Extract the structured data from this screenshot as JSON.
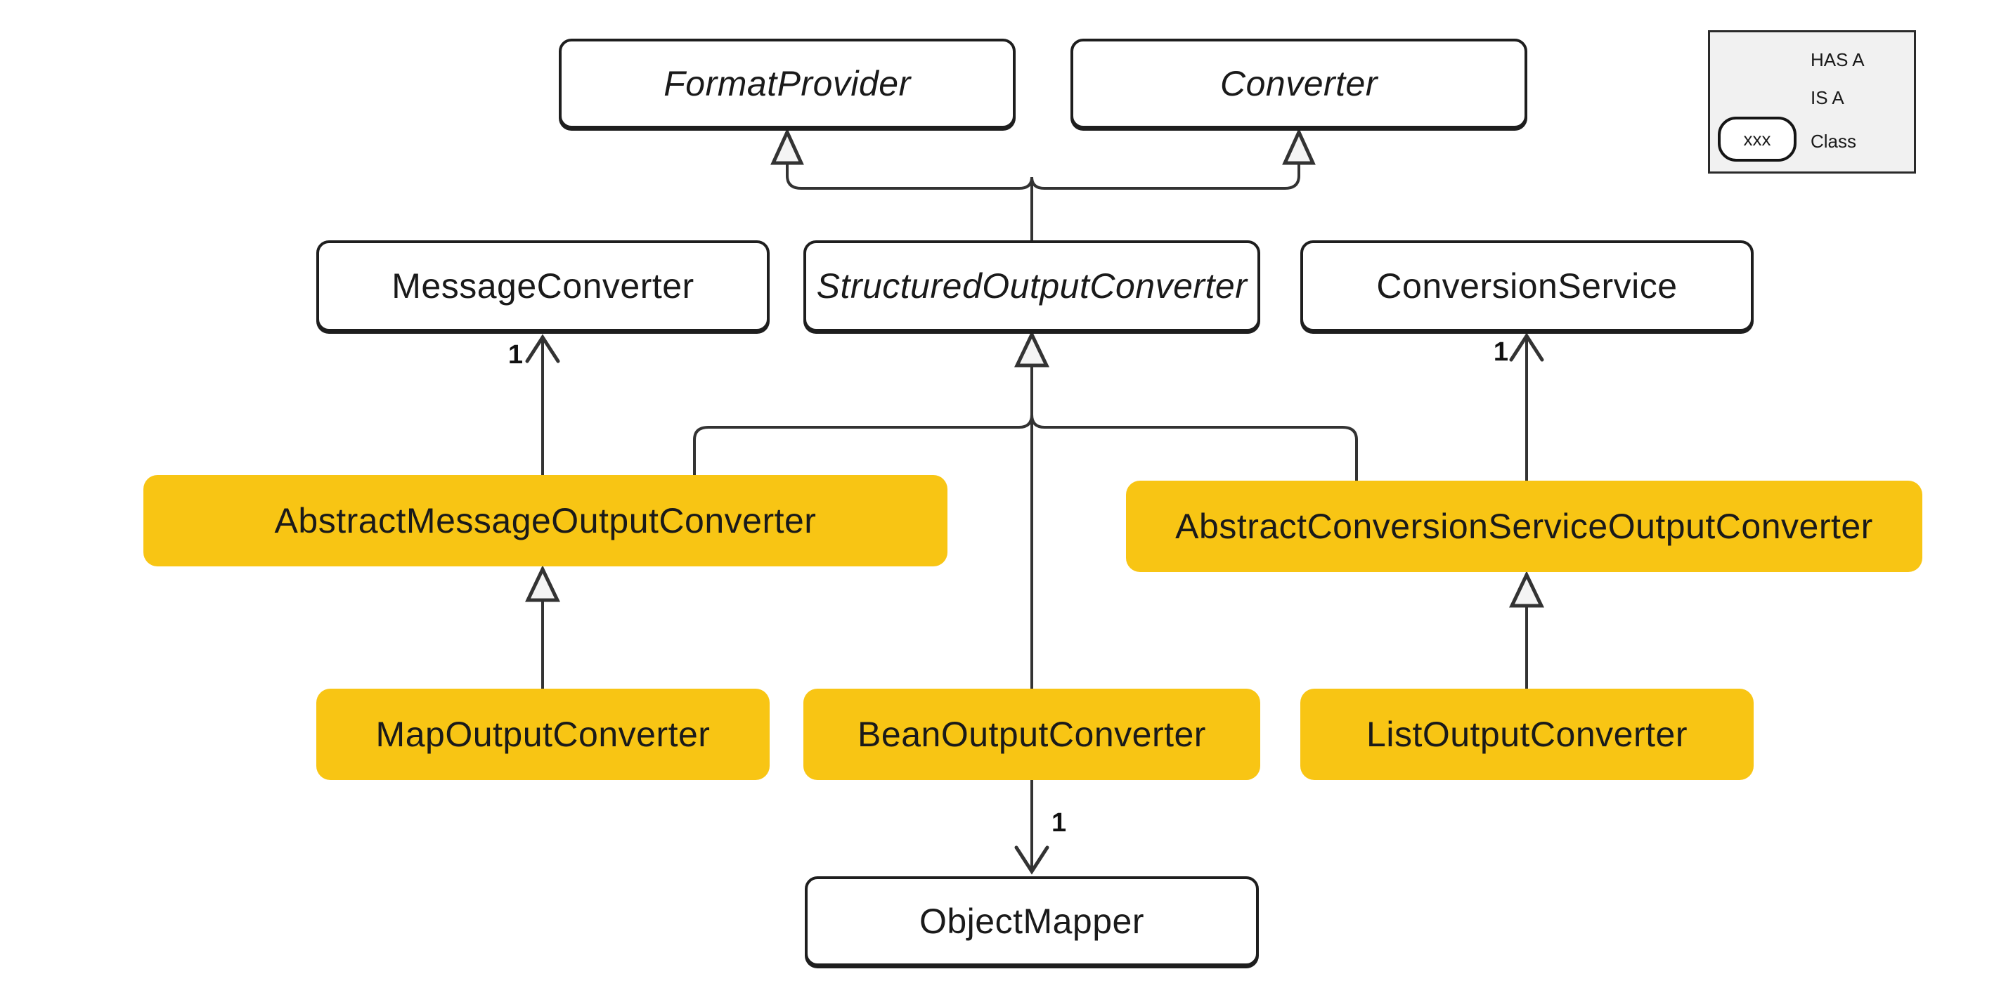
{
  "diagram": {
    "type": "class-hierarchy",
    "nodes": {
      "format_provider": {
        "label": "FormatProvider",
        "kind": "interface"
      },
      "converter": {
        "label": "Converter",
        "kind": "interface"
      },
      "message_converter": {
        "label": "MessageConverter",
        "kind": "class"
      },
      "structured_output_converter": {
        "label": "StructuredOutputConverter",
        "kind": "interface"
      },
      "conversion_service": {
        "label": "ConversionService",
        "kind": "class"
      },
      "abstract_message_output_converter": {
        "label": "AbstractMessageOutputConverter",
        "kind": "highlighted-class"
      },
      "abstract_conversion_service_output_converter": {
        "label": "AbstractConversionServiceOutputConverter",
        "kind": "highlighted-class"
      },
      "map_output_converter": {
        "label": "MapOutputConverter",
        "kind": "highlighted-class"
      },
      "bean_output_converter": {
        "label": "BeanOutputConverter",
        "kind": "highlighted-class"
      },
      "list_output_converter": {
        "label": "ListOutputConverter",
        "kind": "highlighted-class"
      },
      "object_mapper": {
        "label": "ObjectMapper",
        "kind": "class"
      }
    },
    "multiplicities": {
      "message_converter": "1",
      "conversion_service": "1",
      "object_mapper": "1"
    },
    "relationships": [
      {
        "from": "StructuredOutputConverter",
        "to": "FormatProvider",
        "type": "IS A"
      },
      {
        "from": "StructuredOutputConverter",
        "to": "Converter",
        "type": "IS A"
      },
      {
        "from": "AbstractMessageOutputConverter",
        "to": "MessageConverter",
        "type": "HAS A",
        "multiplicity": "1"
      },
      {
        "from": "AbstractMessageOutputConverter",
        "to": "StructuredOutputConverter",
        "type": "IS A"
      },
      {
        "from": "BeanOutputConverter",
        "to": "StructuredOutputConverter",
        "type": "IS A"
      },
      {
        "from": "AbstractConversionServiceOutputConverter",
        "to": "StructuredOutputConverter",
        "type": "IS A"
      },
      {
        "from": "AbstractConversionServiceOutputConverter",
        "to": "ConversionService",
        "type": "HAS A",
        "multiplicity": "1"
      },
      {
        "from": "MapOutputConverter",
        "to": "AbstractMessageOutputConverter",
        "type": "IS A"
      },
      {
        "from": "ListOutputConverter",
        "to": "AbstractConversionServiceOutputConverter",
        "type": "IS A"
      },
      {
        "from": "BeanOutputConverter",
        "to": "ObjectMapper",
        "type": "HAS A",
        "multiplicity": "1"
      }
    ],
    "legend": {
      "has_a_label": "HAS A",
      "is_a_label": "IS A",
      "class_sample_text": "xxx",
      "class_label": "Class"
    },
    "colors": {
      "highlight": "#F8C514",
      "line": "#333333",
      "box_border": "#1e1e1e",
      "text": "#1a1a1a",
      "legend_background": "#f1f1f1",
      "background": "#ffffff"
    }
  }
}
